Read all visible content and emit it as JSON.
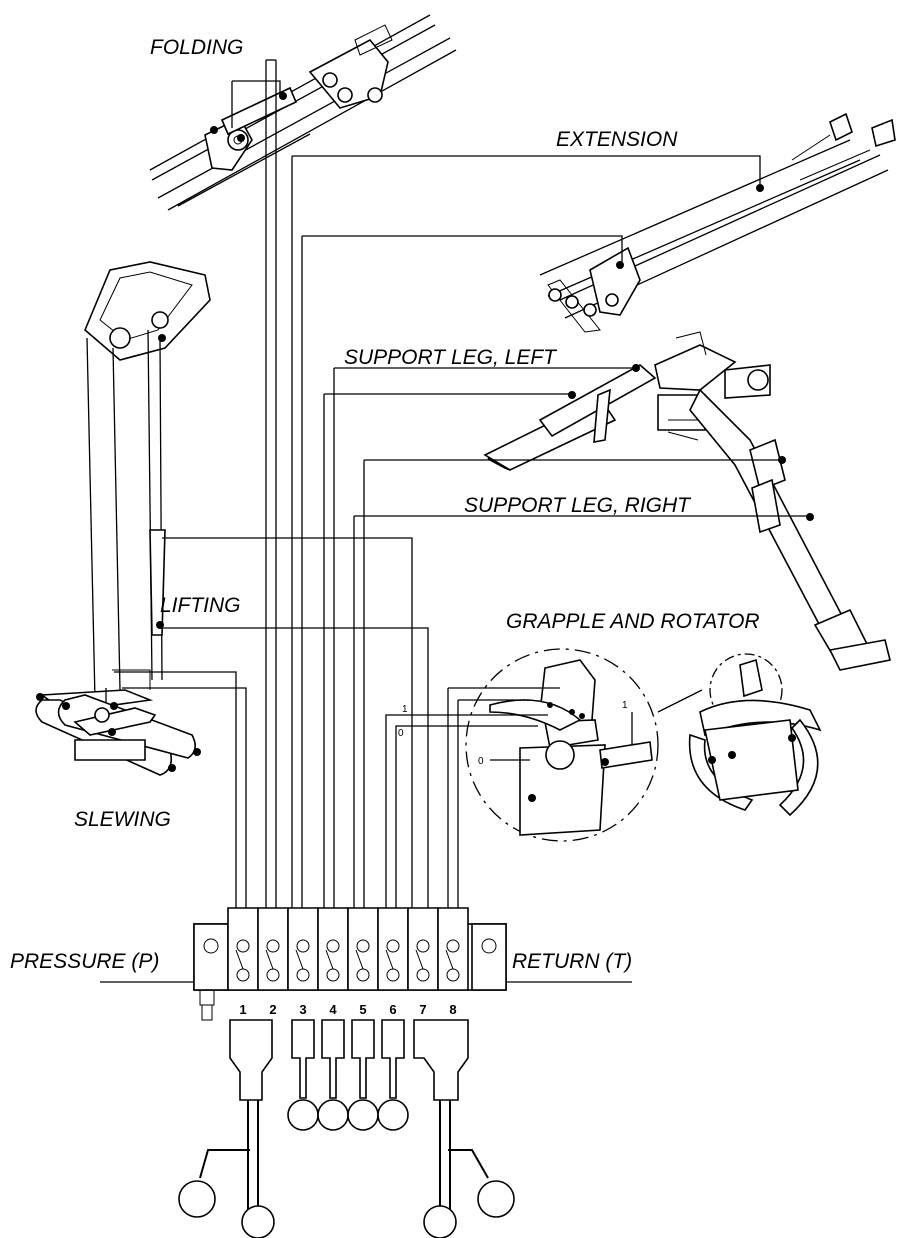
{
  "labels": {
    "folding": "FOLDING",
    "extension": "EXTENSION",
    "support_leg_left": "SUPPORT LEG, LEFT",
    "support_leg_right": "SUPPORT LEG, RIGHT",
    "lifting": "LIFTING",
    "grapple_and_rotator": "GRAPPLE AND ROTATOR",
    "slewing": "SLEWING",
    "pressure": "PRESSURE (P)",
    "return": "RETURN (T)"
  },
  "valve_sections": [
    "1",
    "2",
    "3",
    "4",
    "5",
    "6",
    "7",
    "8"
  ],
  "grapple_positions": {
    "a1": "1",
    "a0": "0",
    "b1": "1",
    "b0": "0"
  },
  "colors": {
    "line": "#000000",
    "background": "#ffffff"
  }
}
